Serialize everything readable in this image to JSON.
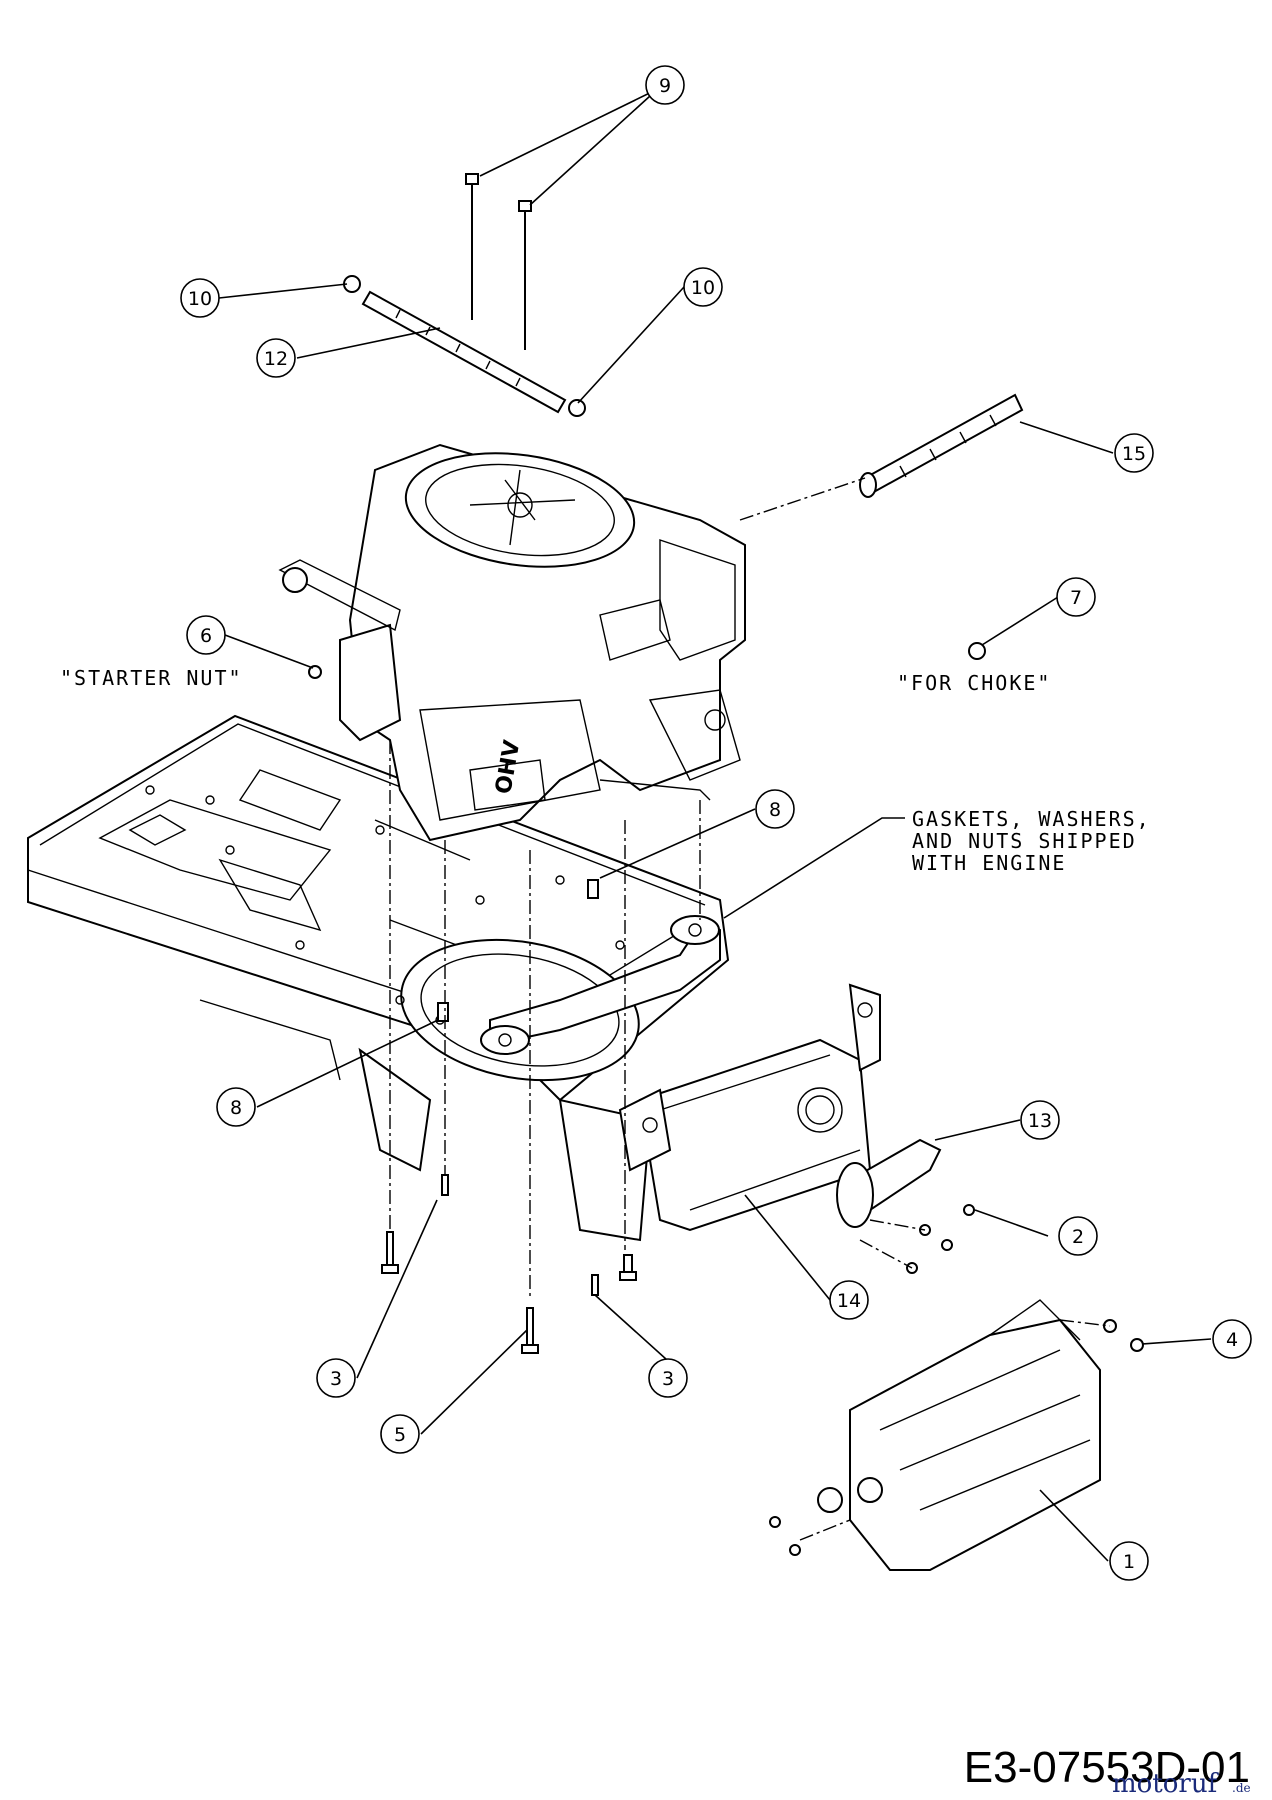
{
  "notes": {
    "starter_nut": "\"STARTER NUT\"",
    "for_choke": "\"FOR CHOKE\"",
    "gaskets_line1": "GASKETS, WASHERS,",
    "gaskets_line2": "AND NUTS SHIPPED",
    "gaskets_line3": "WITH ENGINE"
  },
  "engine_badge": "OHV",
  "drawing_id": "E3-07553D-01",
  "watermark": {
    "main": "motoruf",
    "suffix": ".de"
  },
  "callouts": {
    "c9": "9",
    "c10a": "10",
    "c10b": "10",
    "c12": "12",
    "c15": "15",
    "c7": "7",
    "c6": "6",
    "c8a": "8",
    "c8b": "8",
    "c13": "13",
    "c2": "2",
    "c14": "14",
    "c4": "4",
    "c3a": "3",
    "c3b": "3",
    "c5": "5",
    "c1": "1"
  }
}
